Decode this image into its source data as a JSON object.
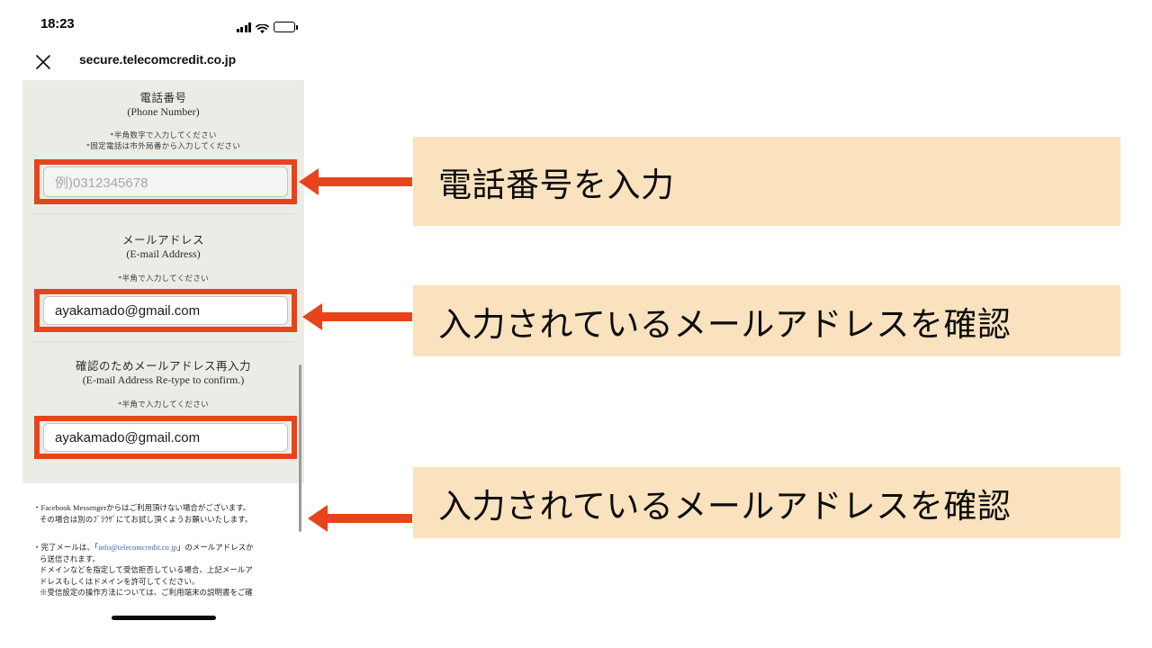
{
  "phone": {
    "status_bar": {
      "time": "18:23",
      "signal_icon": "cellular-signal-icon",
      "wifi_icon": "wifi-icon",
      "battery_icon": "battery-icon"
    },
    "browser": {
      "close_icon": "close-icon",
      "url": "secure.telecomcredit.co.jp"
    },
    "form": {
      "phone_field": {
        "label_jp": "電話番号",
        "label_en": "(Phone Number)",
        "note_1": "*半角数字で入力してください",
        "note_2": "*固定電話は市外局番から入力してください",
        "placeholder": "例)0312345678",
        "value": ""
      },
      "email_field": {
        "label_jp": "メールアドレス",
        "label_en": "(E-mail Address)",
        "note_1": "*半角で入力してください",
        "value": "ayakamado@gmail.com"
      },
      "email_confirm_field": {
        "label_jp": "確認のためメールアドレス再入力",
        "label_en": "(E-mail Address Re-type to confirm.)",
        "note_1": "*半角で入力してください",
        "value": "ayakamado@gmail.com"
      }
    },
    "footnotes": [
      {
        "line_1": "・Facebook Messengerからはご利用頂けない場合がございます。",
        "line_2": "その場合は別のﾌﾞﾗｳｻﾞにてお試し頂くようお願いいたします。"
      },
      {
        "line_1_pre": "・完了メールは、「",
        "line_1_link": "info@telecomcredit.co.jp",
        "line_1_post": "」のメールアドレスか",
        "line_2": "ら送信されます。",
        "line_3": "ドメインなどを指定して受信拒否している場合、上記メールア",
        "line_4": "ドレスもしくはドメインを許可してください。",
        "line_5": "※受信設定の操作方法については、ご利用端末の説明書をご確"
      }
    ]
  },
  "annotations": [
    {
      "text": "電話番号を入力",
      "arrow_icon": "left-arrow-icon"
    },
    {
      "text": "入力されているメールアドレスを確認",
      "arrow_icon": "left-arrow-icon"
    },
    {
      "text": "入力されているメールアドレスを確認",
      "arrow_icon": "left-arrow-icon"
    }
  ],
  "colors": {
    "accent_orange": "#e8441c",
    "annotation_bg": "#fae2bf",
    "form_bg": "#ecece7"
  }
}
